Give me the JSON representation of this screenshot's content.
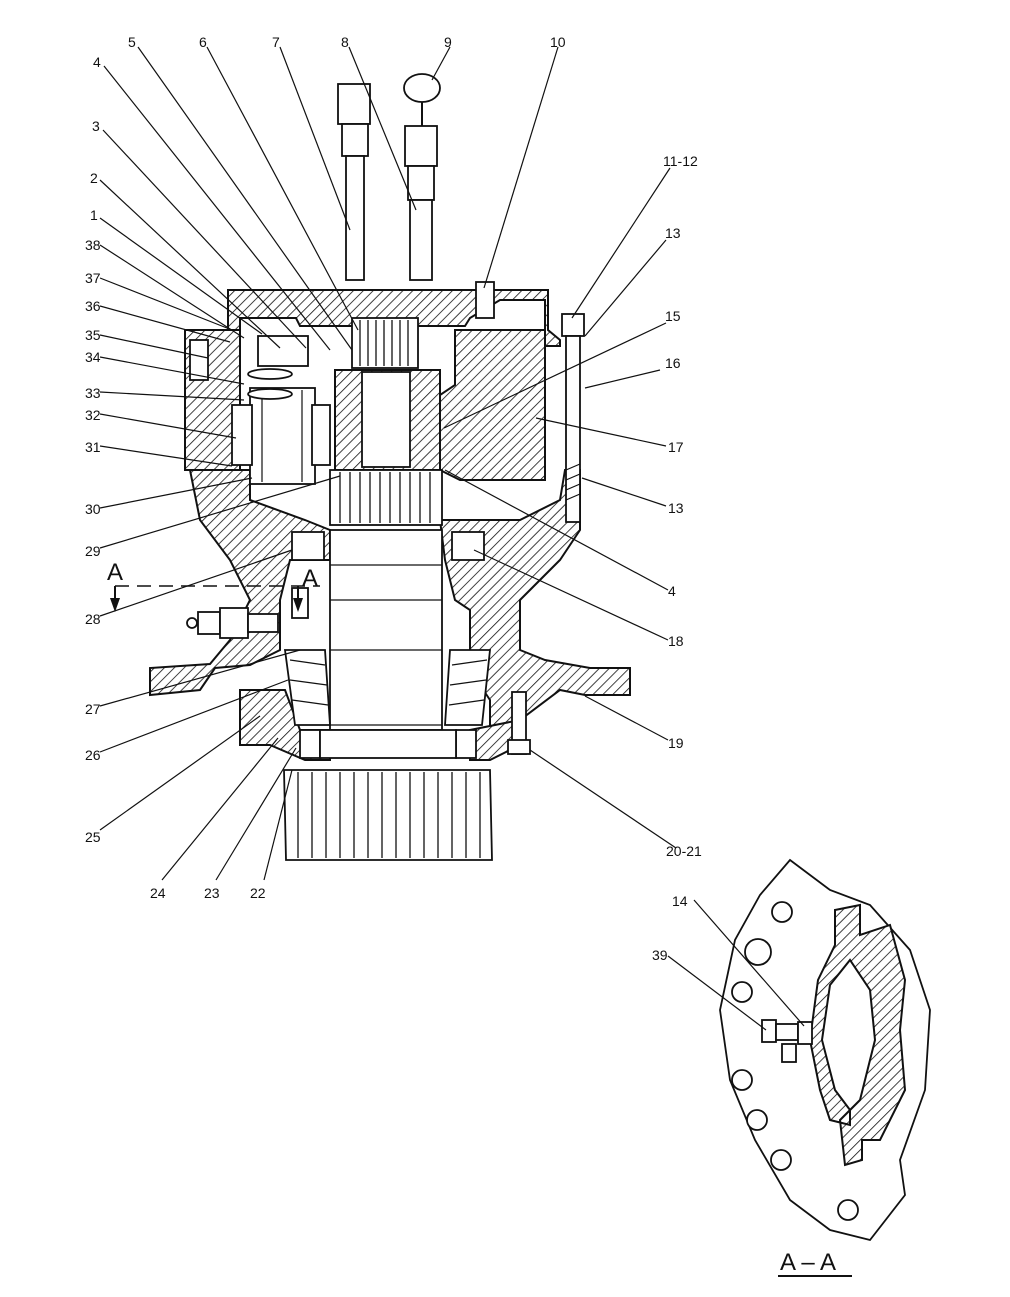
{
  "callouts": [
    {
      "id": "c1",
      "text": "1"
    },
    {
      "id": "c2",
      "text": "2"
    },
    {
      "id": "c3",
      "text": "3"
    },
    {
      "id": "c4a",
      "text": "4"
    },
    {
      "id": "c5",
      "text": "5"
    },
    {
      "id": "c6",
      "text": "6"
    },
    {
      "id": "c7",
      "text": "7"
    },
    {
      "id": "c8",
      "text": "8"
    },
    {
      "id": "c9",
      "text": "9"
    },
    {
      "id": "c10",
      "text": "10"
    },
    {
      "id": "c11",
      "text": "11-12"
    },
    {
      "id": "c13a",
      "text": "13"
    },
    {
      "id": "c15",
      "text": "15"
    },
    {
      "id": "c16",
      "text": "16"
    },
    {
      "id": "c17",
      "text": "17"
    },
    {
      "id": "c13b",
      "text": "13"
    },
    {
      "id": "c4b",
      "text": "4"
    },
    {
      "id": "c18",
      "text": "18"
    },
    {
      "id": "c19",
      "text": "19"
    },
    {
      "id": "c2021",
      "text": "20-21"
    },
    {
      "id": "c22",
      "text": "22"
    },
    {
      "id": "c23",
      "text": "23"
    },
    {
      "id": "c24",
      "text": "24"
    },
    {
      "id": "c25",
      "text": "25"
    },
    {
      "id": "c26",
      "text": "26"
    },
    {
      "id": "c27",
      "text": "27"
    },
    {
      "id": "c28",
      "text": "28"
    },
    {
      "id": "c29",
      "text": "29"
    },
    {
      "id": "c30",
      "text": "30"
    },
    {
      "id": "c31",
      "text": "31"
    },
    {
      "id": "c32",
      "text": "32"
    },
    {
      "id": "c33",
      "text": "33"
    },
    {
      "id": "c34",
      "text": "34"
    },
    {
      "id": "c35",
      "text": "35"
    },
    {
      "id": "c36",
      "text": "36"
    },
    {
      "id": "c37",
      "text": "37"
    },
    {
      "id": "c38",
      "text": "38"
    },
    {
      "id": "c14",
      "text": "14"
    },
    {
      "id": "c39",
      "text": "39"
    }
  ],
  "section_marks": {
    "left": "A",
    "right": "A"
  },
  "section_title": "A – A"
}
